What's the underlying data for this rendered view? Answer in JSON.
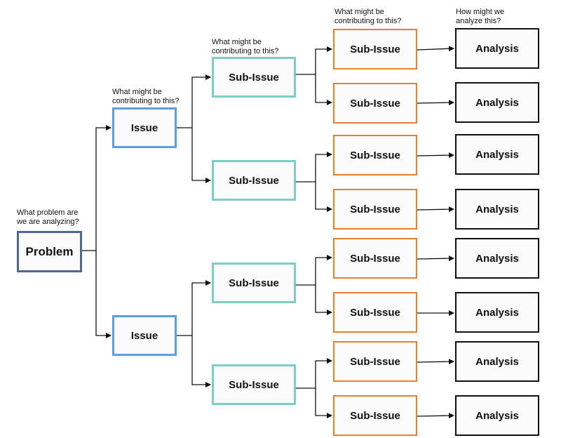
{
  "labels": {
    "problem": [
      "What problem are",
      "we are analyzing?"
    ],
    "issue": [
      "What might be",
      "contributing to this?"
    ],
    "subissue": [
      "What might be",
      "contributing to this?"
    ],
    "subsub": [
      "What might be",
      "contributing to this?"
    ],
    "analysis": [
      "How might we",
      "analyze this?"
    ]
  },
  "nodes": {
    "problem": "Problem",
    "issues": [
      "Issue",
      "Issue"
    ],
    "subissues": [
      "Sub-Issue",
      "Sub-Issue",
      "Sub-Issue",
      "Sub-Issue"
    ],
    "subsubissues": [
      "Sub-Issue",
      "Sub-Issue",
      "Sub-Issue",
      "Sub-Issue",
      "Sub-Issue",
      "Sub-Issue",
      "Sub-Issue",
      "Sub-Issue"
    ],
    "analyses": [
      "Analysis",
      "Analysis",
      "Analysis",
      "Analysis",
      "Analysis",
      "Analysis",
      "Analysis",
      "Analysis"
    ]
  },
  "colors": {
    "problem_border": "#4e6a92",
    "issue_border": "#5e9ee0",
    "subissue_border": "#7ecdc5",
    "subsub_border": "#ee7e2b",
    "analysis_border": "#111111",
    "connector": "#111111"
  }
}
